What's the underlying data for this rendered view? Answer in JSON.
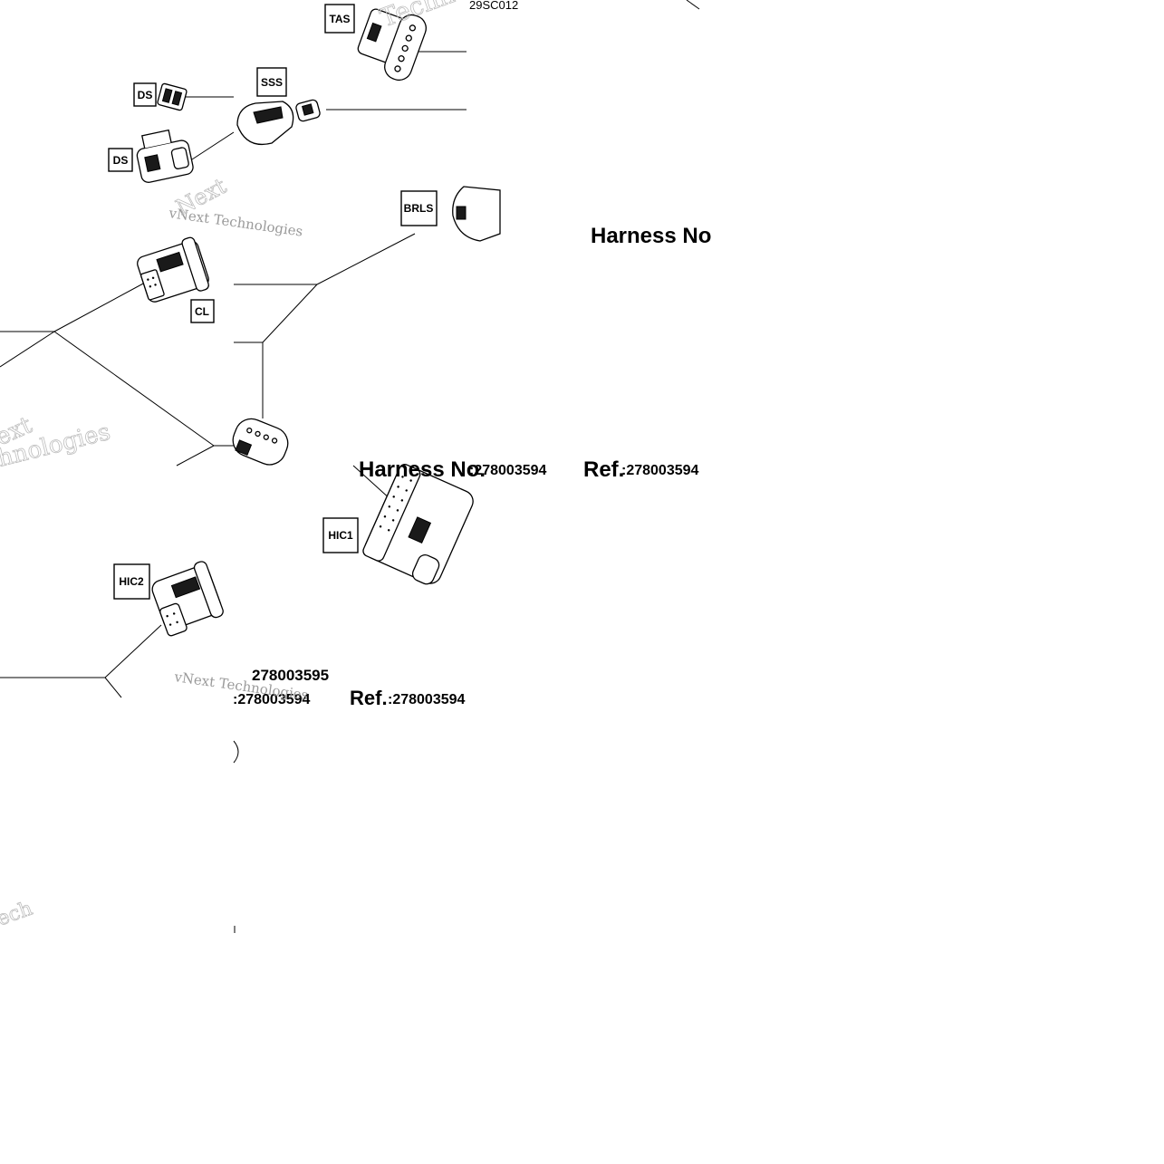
{
  "figure_code": "29SC012",
  "connectors": {
    "tas": "TAS",
    "sss": "SSS",
    "ds_top": "DS",
    "ds_bottom": "DS",
    "brls": "BRLS",
    "cl": "CL",
    "hic1": "HIC1",
    "hic2": "HIC2"
  },
  "headers": {
    "harness_no_top": "Harness No",
    "harness_no_mid": "Harness No.",
    "harness_value_mid": ":278003594",
    "ref_mid": "Ref.",
    "ref_value_mid": ":278003594",
    "harness_number_low": "278003595",
    "harness_value_low": ":278003594",
    "ref_low": "Ref.",
    "ref_value_low": ":278003594"
  },
  "watermarks": {
    "company_a": "vNext Technologies",
    "company_b": "vNext Technologies",
    "fragment_tech": "Techno",
    "fragment_next": "Next",
    "fragment_nologies": "hnologies",
    "fragment_ext": "ext",
    "fragment_ech": "ech"
  }
}
